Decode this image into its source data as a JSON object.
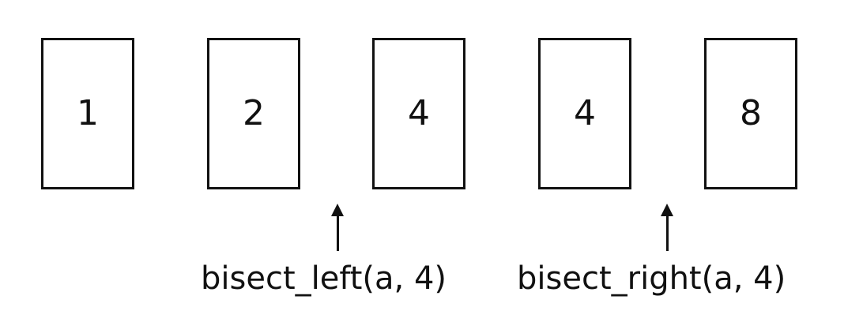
{
  "array": {
    "values": [
      "1",
      "2",
      "4",
      "4",
      "8"
    ]
  },
  "pointers": {
    "left": {
      "label": "bisect_left(a, 4)",
      "index": 2
    },
    "right": {
      "label": "bisect_right(a, 4)",
      "index": 4
    }
  },
  "colors": {
    "stroke": "#111111",
    "background": "#ffffff"
  },
  "icons": {
    "pointer": "up-arrow-icon"
  }
}
